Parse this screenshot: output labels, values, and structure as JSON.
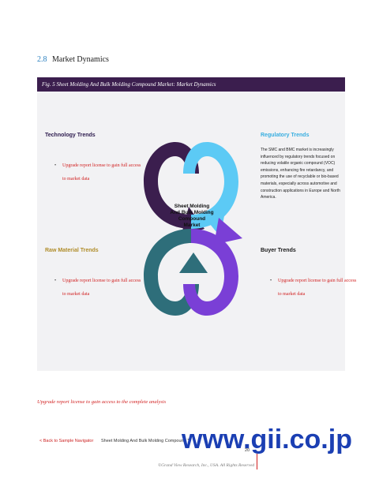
{
  "section": {
    "number": "2.8",
    "title": "Market Dynamics"
  },
  "figure": {
    "header": "Fig. 5 Sheet Molding And Bulk Molding Compound Market: Market Dynamics",
    "center_label": "Sheet Molding And Bulk Molding Compound Market",
    "technology": {
      "title": "Technology Trends",
      "bullet": "Upgrade report license to gain full access to market data"
    },
    "regulatory": {
      "title": "Regulatory Trends",
      "text": "The SMC and BMC market is increasingly influenced by regulatory trends focused on reducing volatile organic compound (VOC) emissions, enhancing fire retardancy, and promoting the use of recyclable or bio-based materials, especially across automotive and construction applications in Europe and North America."
    },
    "raw_material": {
      "title": "Raw Material Trends",
      "bullet": "Upgrade report license to gain full access to market data"
    },
    "buyer": {
      "title": "Buyer Trends",
      "bullet": "Upgrade report license to gain full access to market data"
    },
    "colors": {
      "dark_purple": "#3b1e4e",
      "light_blue": "#5ccaf5",
      "teal": "#2e6e7a",
      "violet": "#7a3fd6"
    }
  },
  "upgrade_link": "Upgrade report license to gain access to the complete analysis",
  "footer": {
    "back_link": "< Back to Sample Navigator",
    "title": "Sheet Molding And Bulk Molding Compound T",
    "page_fragment": "20",
    "copyright": "©Grand View Research, Inc., USA. All Rights Reserved"
  },
  "watermark": "www.gii.co.jp"
}
